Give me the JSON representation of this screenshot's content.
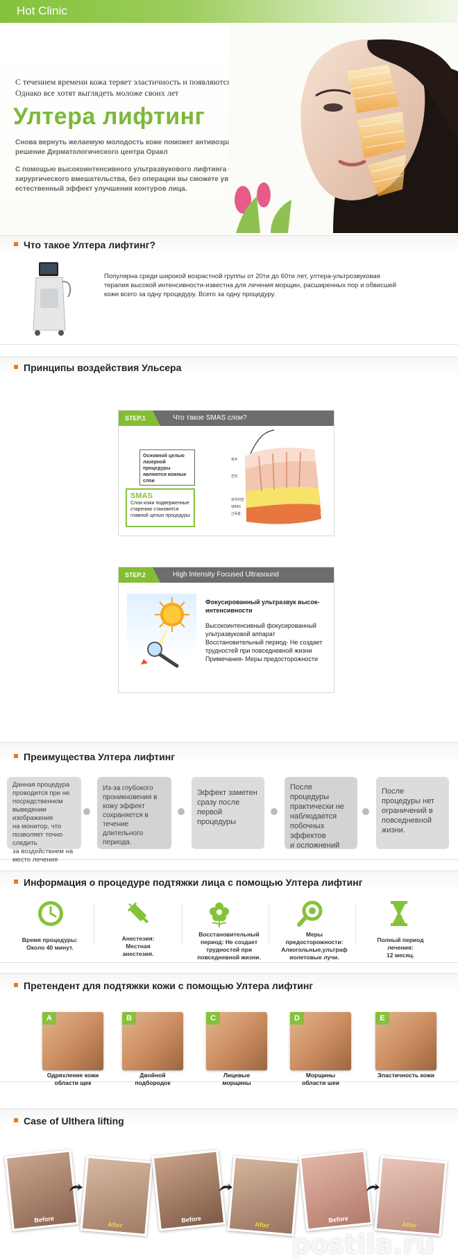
{
  "brand": "Hot Clinic",
  "hero": {
    "line1": "С течением времени кожа теряет эластичность и появляются морщины.",
    "line2": "Однако все хотят выглядеть моложе своих лет",
    "title": "Ултера лифтинг",
    "para1": [
      "Снова вернуть желаемую молодость коже поможет антивозрастное",
      "решение Дерматологического центра Оракл"
    ],
    "para2": [
      "С помощью высокоинтенсивного ультразвукового лифтинга без",
      "хирургического вмешательства, без операции вы сможете увидеть",
      "естественный эффект улучшения контуров лица."
    ]
  },
  "what": {
    "title": "Что такое Ултера лифтинг?",
    "text": [
      "Популярна среди широкой возрастной группы от 20ти до 60ти лет, ултера-ультрозвуковая",
      "терапия высокой интенсивности-известна для лечения морщин, расширенных пор и обвисшей",
      "кожи всего за одну процедуру. Всего за одну процедуру."
    ]
  },
  "principles": {
    "title": "Принципы воздействия Ульсера",
    "step1": {
      "tag": "STEP.1",
      "head": "Что такое SMAS слои?",
      "note1": [
        "Основной целью",
        "лазерной процедуры",
        "являются кожные",
        "слои"
      ],
      "smas": "SMAS",
      "note2": [
        "Слои кожи подверженные",
        "старению становятся",
        "главной целью процедуры"
      ],
      "layers": [
        "피부",
        "진피",
        "피하지방",
        "SMAS",
        "근육층"
      ]
    },
    "step2": {
      "tag": "STEP.2",
      "head": "High Intensity Focused Ultrasound",
      "title": [
        "Фокусированный ультразвук высок-",
        "интенсивности"
      ],
      "lines": [
        "Высокоинтенсивный фокусированный",
        "ультразвуковой аппарат",
        "Восстановительный период- Не создает",
        "трудностей при повседневной жизни",
        "Примечания- Меры предосторожности"
      ]
    }
  },
  "advantages": {
    "title": "Преимущества Ултера лифтинг",
    "items": [
      [
        "Данная процедура",
        "проводится при не",
        "посредственном",
        "выведении изображения",
        "на монитор, что",
        "позволяет точно следить",
        "за воздействием на",
        "место лечения"
      ],
      [
        "Из-за глубокого",
        "проникновения в",
        "кожу эффект",
        "сохраняется в",
        "течение длительного",
        "периода."
      ],
      [
        "Эффект заметен",
        "сразу после",
        "первой",
        "процедуры"
      ],
      [
        "После процедуры",
        "практически не",
        "наблюдается",
        "побочных эффектов",
        "и осложнений"
      ],
      [
        "После",
        "процедуры нет",
        "ограничений в",
        "повседневной",
        "жизни."
      ]
    ]
  },
  "info": {
    "title": "Информация о процедуре подтяжки лица с помощью Ултера лифтинг",
    "items": [
      {
        "icon": "clock-icon",
        "text": [
          "Время процедуры:",
          "Около 40 минут."
        ]
      },
      {
        "icon": "syringe-icon",
        "text": [
          "Анестезия:",
          "Местная",
          "анестезия."
        ]
      },
      {
        "icon": "flower-icon",
        "text": [
          "Восстановительный",
          "период: Не создает",
          "трудностей при",
          "повседневной жизни."
        ]
      },
      {
        "icon": "magnifier-icon",
        "text": [
          "Меры",
          "предосторожности:",
          "Алкогольные,ультраф",
          "иолетовые лучи."
        ]
      },
      {
        "icon": "hourglass-icon",
        "text": [
          "Полный период",
          "лечения:",
          "12 месяц."
        ]
      }
    ]
  },
  "candidates": {
    "title": "Претендент для подтяжки кожи  с помощью Ултера лифтинг",
    "items": [
      {
        "letter": "A",
        "text": [
          "Одряхление кожи",
          "области щек"
        ]
      },
      {
        "letter": "B",
        "text": [
          "Двойной",
          "подбородок"
        ]
      },
      {
        "letter": "C",
        "text": [
          "Лицевые",
          "морщины"
        ]
      },
      {
        "letter": "D",
        "text": [
          "Морщины",
          "области шеи"
        ]
      },
      {
        "letter": "E",
        "text": [
          "Эластичность кожи"
        ]
      }
    ]
  },
  "cases": {
    "title": "Case of Ulthera lifting",
    "before": "Before",
    "after": "After"
  },
  "watermark": "postila.ru",
  "colors": {
    "accent": "#84c23a",
    "marker": "#e27d1e",
    "stepHead": "#6d6d6d"
  }
}
